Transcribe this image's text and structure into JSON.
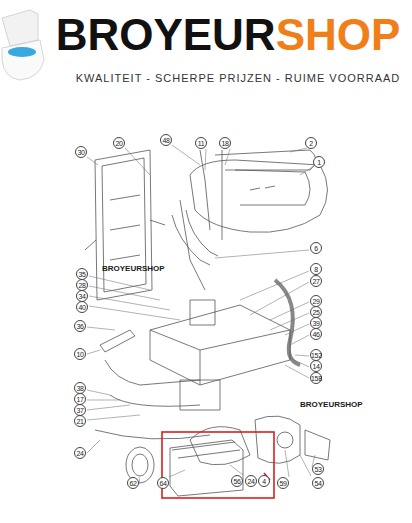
{
  "diagram": {
    "labels": [
      "BROYEUR",
      "SHOP",
      "KWALITEIT - SCHERPE PRIJZEN - RUIME VOORRAAD",
      "BROYEURSHOP",
      "BROYEURSHOP",
      "30",
      "20",
      "48",
      "11",
      "18",
      "2",
      "1",
      "6",
      "8",
      "27",
      "35",
      "28",
      "34",
      "40",
      "29",
      "25",
      "39",
      "46",
      "36",
      "10",
      "152",
      "14",
      "38",
      "17",
      "37",
      "21",
      "158",
      "24",
      "62",
      "64",
      "56",
      "24",
      "4",
      "59",
      "54",
      "53"
    ]
  }
}
